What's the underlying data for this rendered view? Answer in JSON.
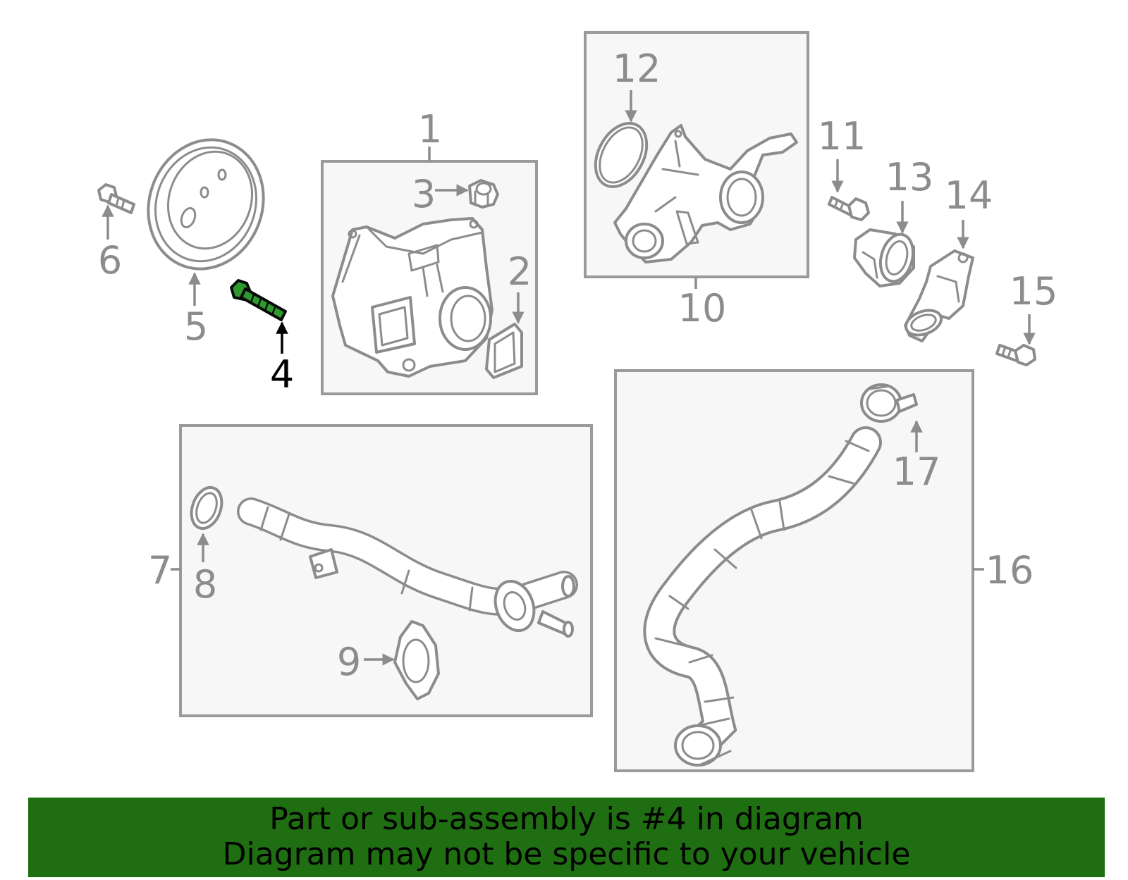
{
  "diagram": {
    "highlight_color": "#2e9a2e",
    "highlighted_part": "4",
    "callouts": {
      "c1": "1",
      "c2": "2",
      "c3": "3",
      "c4": "4",
      "c5": "5",
      "c6": "6",
      "c7": "7",
      "c8": "8",
      "c9": "9",
      "c10": "10",
      "c11": "11",
      "c12": "12",
      "c13": "13",
      "c14": "14",
      "c15": "15",
      "c16": "16",
      "c17": "17"
    }
  },
  "banner": {
    "line1": "Part or sub-assembly is #4 in diagram",
    "line2": "Diagram may not be specific to your vehicle",
    "background": "#1f6e12"
  }
}
